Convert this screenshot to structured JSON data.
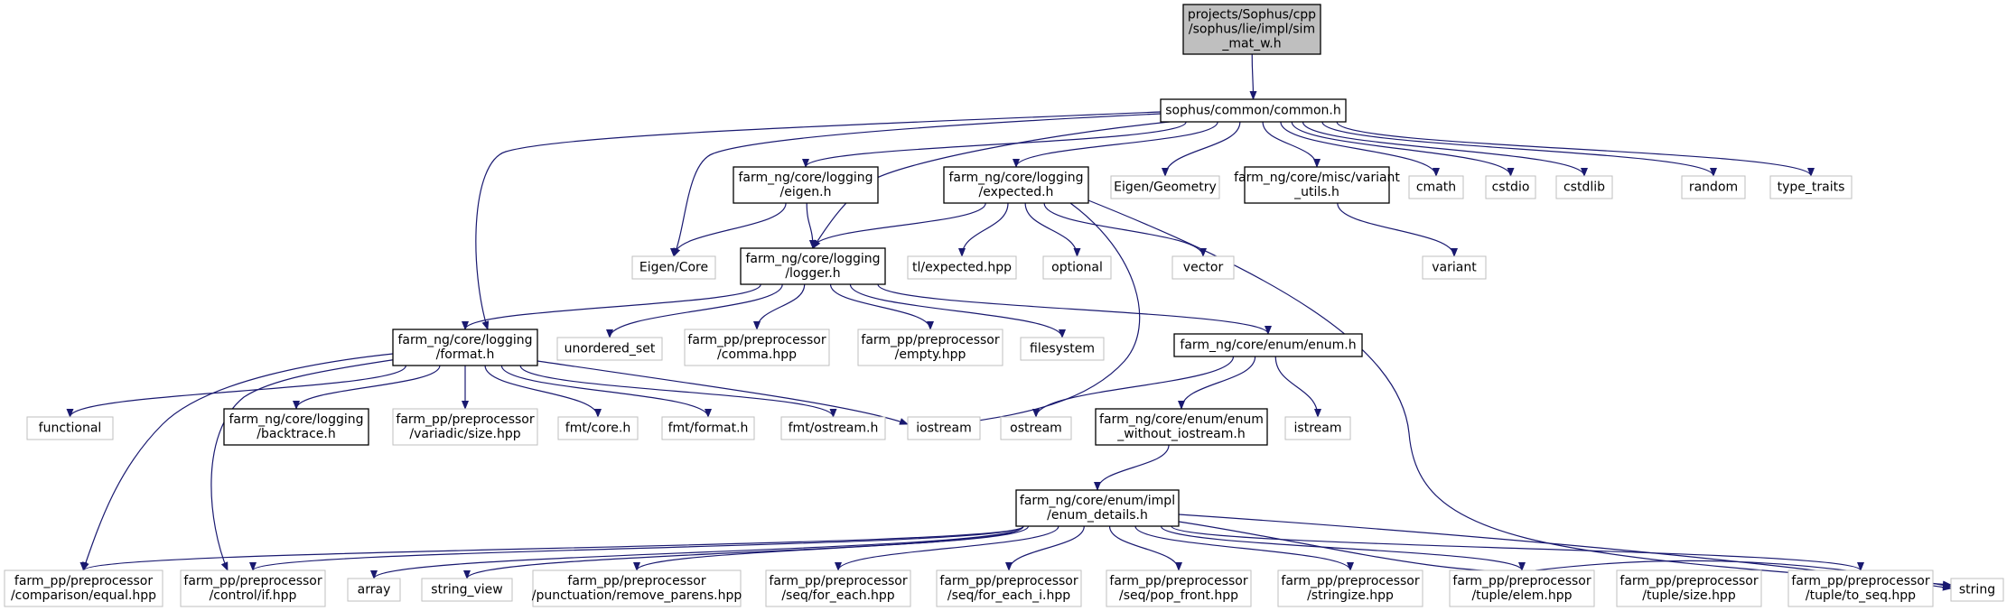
{
  "colors": {
    "edge": "#191970",
    "project_border": "#000000",
    "system_border": "#bfbfbf",
    "root_fill": "#bfbfbf",
    "node_fill": "#ffffff"
  },
  "nodes": [
    {
      "id": "root",
      "lines": [
        "projects/Sophus/cpp",
        "/sophus/lie/impl/sim",
        "_mat_w.h"
      ],
      "kind": "root"
    },
    {
      "id": "common",
      "lines": [
        "sophus/common/common.h"
      ],
      "kind": "project"
    },
    {
      "id": "log_eigen",
      "lines": [
        "farm_ng/core/logging",
        "/eigen.h"
      ],
      "kind": "project"
    },
    {
      "id": "log_expected",
      "lines": [
        "farm_ng/core/logging",
        "/expected.h"
      ],
      "kind": "project"
    },
    {
      "id": "eigen_geometry",
      "lines": [
        "Eigen/Geometry"
      ],
      "kind": "system"
    },
    {
      "id": "variant_utils",
      "lines": [
        "farm_ng/core/misc/variant",
        "_utils.h"
      ],
      "kind": "project"
    },
    {
      "id": "cmath",
      "lines": [
        "cmath"
      ],
      "kind": "system"
    },
    {
      "id": "cstdio",
      "lines": [
        "cstdio"
      ],
      "kind": "system"
    },
    {
      "id": "cstdlib",
      "lines": [
        "cstdlib"
      ],
      "kind": "system"
    },
    {
      "id": "random",
      "lines": [
        "random"
      ],
      "kind": "system"
    },
    {
      "id": "type_traits",
      "lines": [
        "type_traits"
      ],
      "kind": "system"
    },
    {
      "id": "eigen_core",
      "lines": [
        "Eigen/Core"
      ],
      "kind": "system"
    },
    {
      "id": "logger",
      "lines": [
        "farm_ng/core/logging",
        "/logger.h"
      ],
      "kind": "project"
    },
    {
      "id": "tl_expected",
      "lines": [
        "tl/expected.hpp"
      ],
      "kind": "system"
    },
    {
      "id": "optional",
      "lines": [
        "optional"
      ],
      "kind": "system"
    },
    {
      "id": "vector",
      "lines": [
        "vector"
      ],
      "kind": "system"
    },
    {
      "id": "variant",
      "lines": [
        "variant"
      ],
      "kind": "system"
    },
    {
      "id": "format",
      "lines": [
        "farm_ng/core/logging",
        "/format.h"
      ],
      "kind": "project"
    },
    {
      "id": "unordered_set",
      "lines": [
        "unordered_set"
      ],
      "kind": "system"
    },
    {
      "id": "pp_comma",
      "lines": [
        "farm_pp/preprocessor",
        "/comma.hpp"
      ],
      "kind": "system"
    },
    {
      "id": "pp_empty",
      "lines": [
        "farm_pp/preprocessor",
        "/empty.hpp"
      ],
      "kind": "system"
    },
    {
      "id": "filesystem",
      "lines": [
        "filesystem"
      ],
      "kind": "system"
    },
    {
      "id": "enum_h",
      "lines": [
        "farm_ng/core/enum/enum.h"
      ],
      "kind": "project"
    },
    {
      "id": "functional",
      "lines": [
        "functional"
      ],
      "kind": "system"
    },
    {
      "id": "backtrace",
      "lines": [
        "farm_ng/core/logging",
        "/backtrace.h"
      ],
      "kind": "project"
    },
    {
      "id": "pp_variadic_size",
      "lines": [
        "farm_pp/preprocessor",
        "/variadic/size.hpp"
      ],
      "kind": "system"
    },
    {
      "id": "fmt_core",
      "lines": [
        "fmt/core.h"
      ],
      "kind": "system"
    },
    {
      "id": "fmt_format",
      "lines": [
        "fmt/format.h"
      ],
      "kind": "system"
    },
    {
      "id": "fmt_ostream",
      "lines": [
        "fmt/ostream.h"
      ],
      "kind": "system"
    },
    {
      "id": "iostream",
      "lines": [
        "iostream"
      ],
      "kind": "system"
    },
    {
      "id": "ostream",
      "lines": [
        "ostream"
      ],
      "kind": "system"
    },
    {
      "id": "enum_without_iostream",
      "lines": [
        "farm_ng/core/enum/enum",
        "_without_iostream.h"
      ],
      "kind": "project"
    },
    {
      "id": "istream",
      "lines": [
        "istream"
      ],
      "kind": "system"
    },
    {
      "id": "enum_details",
      "lines": [
        "farm_ng/core/enum/impl",
        "/enum_details.h"
      ],
      "kind": "project"
    },
    {
      "id": "pp_cmp_equal",
      "lines": [
        "farm_pp/preprocessor",
        "/comparison/equal.hpp"
      ],
      "kind": "system"
    },
    {
      "id": "pp_control_if",
      "lines": [
        "farm_pp/preprocessor",
        "/control/if.hpp"
      ],
      "kind": "system"
    },
    {
      "id": "array",
      "lines": [
        "array"
      ],
      "kind": "system"
    },
    {
      "id": "string_view",
      "lines": [
        "string_view"
      ],
      "kind": "system"
    },
    {
      "id": "pp_remove_parens",
      "lines": [
        "farm_pp/preprocessor",
        "/punctuation/remove_parens.hpp"
      ],
      "kind": "system"
    },
    {
      "id": "pp_for_each",
      "lines": [
        "farm_pp/preprocessor",
        "/seq/for_each.hpp"
      ],
      "kind": "system"
    },
    {
      "id": "pp_for_each_i",
      "lines": [
        "farm_pp/preprocessor",
        "/seq/for_each_i.hpp"
      ],
      "kind": "system"
    },
    {
      "id": "pp_pop_front",
      "lines": [
        "farm_pp/preprocessor",
        "/seq/pop_front.hpp"
      ],
      "kind": "system"
    },
    {
      "id": "pp_stringize",
      "lines": [
        "farm_pp/preprocessor",
        "/stringize.hpp"
      ],
      "kind": "system"
    },
    {
      "id": "pp_tuple_elem",
      "lines": [
        "farm_pp/preprocessor",
        "/tuple/elem.hpp"
      ],
      "kind": "system"
    },
    {
      "id": "pp_tuple_size",
      "lines": [
        "farm_pp/preprocessor",
        "/tuple/size.hpp"
      ],
      "kind": "system"
    },
    {
      "id": "pp_tuple_to_seq",
      "lines": [
        "farm_pp/preprocessor",
        "/tuple/to_seq.hpp"
      ],
      "kind": "system"
    },
    {
      "id": "string",
      "lines": [
        "string"
      ],
      "kind": "system"
    }
  ],
  "edges": [
    [
      "root",
      "common"
    ],
    [
      "common",
      "log_eigen"
    ],
    [
      "common",
      "log_expected"
    ],
    [
      "common",
      "eigen_geometry"
    ],
    [
      "common",
      "variant_utils"
    ],
    [
      "common",
      "cmath"
    ],
    [
      "common",
      "cstdio"
    ],
    [
      "common",
      "cstdlib"
    ],
    [
      "common",
      "random"
    ],
    [
      "common",
      "type_traits"
    ],
    [
      "common",
      "eigen_core"
    ],
    [
      "common",
      "logger"
    ],
    [
      "common",
      "format"
    ],
    [
      "log_eigen",
      "eigen_core"
    ],
    [
      "log_eigen",
      "logger"
    ],
    [
      "log_expected",
      "logger"
    ],
    [
      "log_expected",
      "tl_expected"
    ],
    [
      "log_expected",
      "optional"
    ],
    [
      "log_expected",
      "vector"
    ],
    [
      "log_expected",
      "iostream"
    ],
    [
      "log_expected",
      "string"
    ],
    [
      "variant_utils",
      "variant"
    ],
    [
      "logger",
      "format"
    ],
    [
      "logger",
      "unordered_set"
    ],
    [
      "logger",
      "pp_comma"
    ],
    [
      "logger",
      "pp_empty"
    ],
    [
      "logger",
      "filesystem"
    ],
    [
      "logger",
      "enum_h"
    ],
    [
      "format",
      "functional"
    ],
    [
      "format",
      "backtrace"
    ],
    [
      "format",
      "pp_variadic_size"
    ],
    [
      "format",
      "fmt_core"
    ],
    [
      "format",
      "fmt_format"
    ],
    [
      "format",
      "fmt_ostream"
    ],
    [
      "format",
      "iostream"
    ],
    [
      "format",
      "pp_cmp_equal"
    ],
    [
      "format",
      "pp_control_if"
    ],
    [
      "enum_h",
      "ostream"
    ],
    [
      "enum_h",
      "enum_without_iostream"
    ],
    [
      "enum_h",
      "istream"
    ],
    [
      "enum_without_iostream",
      "enum_details"
    ],
    [
      "enum_details",
      "pp_cmp_equal"
    ],
    [
      "enum_details",
      "pp_control_if"
    ],
    [
      "enum_details",
      "array"
    ],
    [
      "enum_details",
      "string_view"
    ],
    [
      "enum_details",
      "pp_remove_parens"
    ],
    [
      "enum_details",
      "pp_for_each"
    ],
    [
      "enum_details",
      "pp_for_each_i"
    ],
    [
      "enum_details",
      "pp_pop_front"
    ],
    [
      "enum_details",
      "pp_stringize"
    ],
    [
      "enum_details",
      "pp_tuple_elem"
    ],
    [
      "enum_details",
      "pp_tuple_size"
    ],
    [
      "enum_details",
      "pp_tuple_to_seq"
    ],
    [
      "enum_details",
      "string"
    ]
  ]
}
